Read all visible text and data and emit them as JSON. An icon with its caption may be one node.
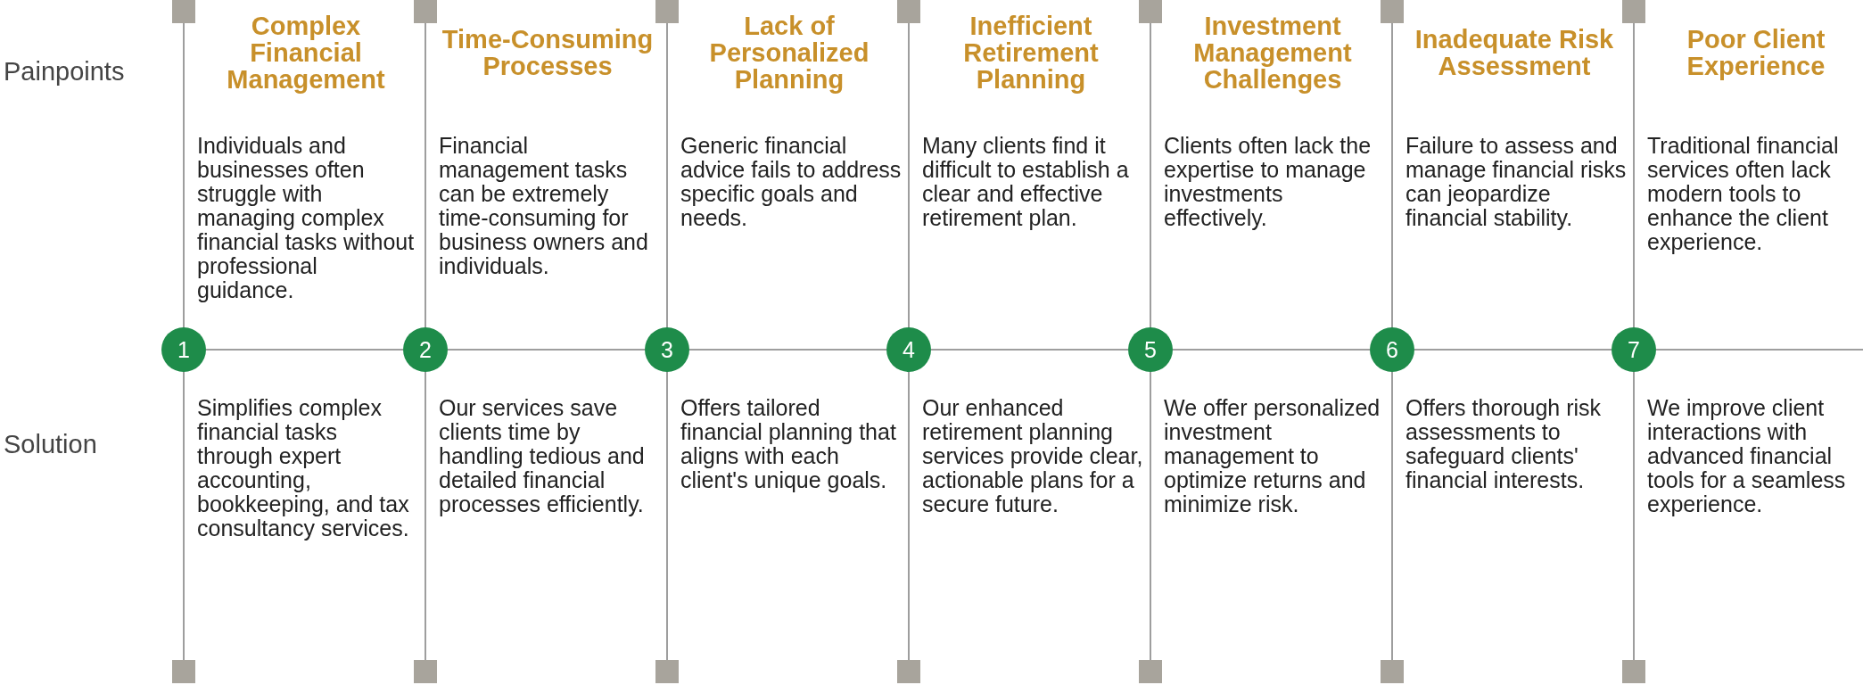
{
  "diagram": {
    "nodes": [
      {
        "text": [
          "1"
        ],
        "beside": [
          "Complex Financial Management",
          "Individuals and businesses often struggle with managing complex financial tasks without professional guidance.",
          "Simplifies complex financial tasks through expert accounting, bookkeeping, and tax consultancy services."
        ]
      },
      {
        "text": [
          "2"
        ],
        "beside": [
          "Time-Consuming Processes",
          "Financial management tasks can be extremely time-consuming for business owners and individuals.",
          "Our services save clients time by handling tedious and detailed financial processes efficiently."
        ]
      },
      {
        "text": [
          "3"
        ],
        "beside": [
          "Lack of Personalized Planning",
          "Generic financial advice fails to address specific goals and needs.",
          "Offers tailored financial planning that aligns with each client's unique goals."
        ]
      },
      {
        "text": [
          "4"
        ],
        "beside": [
          "Inefficient Retirement Planning",
          "Many clients find it difficult to establish a clear and effective retirement plan.",
          "Our enhanced retirement planning services provide clear, actionable plans for a secure future."
        ]
      },
      {
        "text": [
          "5"
        ],
        "beside": [
          "Investment Management Challenges",
          "Clients often lack the expertise to manage investments effectively.",
          "We offer personalized investment management to optimize returns and minimize risk."
        ]
      },
      {
        "text": [
          "6"
        ],
        "beside": [
          "Inadequate Risk Assessment",
          "Failure to assess and manage financial risks can jeopardize financial stability.",
          "Offers thorough risk assessments to safeguard clients' financial interests."
        ]
      },
      {
        "text": [
          "7"
        ],
        "beside": [
          "Poor Client Experience",
          "Traditional financial services often lack modern tools to enhance the client experience.",
          "We improve client interactions with advanced financial tools for a seamless experience."
        ]
      }
    ],
    "edges": [
      {
        "from": 0,
        "to": 1,
        "arrow": "none"
      },
      {
        "from": 1,
        "to": 2,
        "arrow": "none"
      },
      {
        "from": 2,
        "to": 3,
        "arrow": "none"
      },
      {
        "from": 3,
        "to": 4,
        "arrow": "none"
      },
      {
        "from": 4,
        "to": 5,
        "arrow": "none"
      },
      {
        "from": 5,
        "to": 6,
        "arrow": "none"
      },
      {
        "from": 6,
        "to": null,
        "arrow": "none"
      }
    ],
    "labels": [
      "Painpoints",
      "Solution"
    ]
  }
}
